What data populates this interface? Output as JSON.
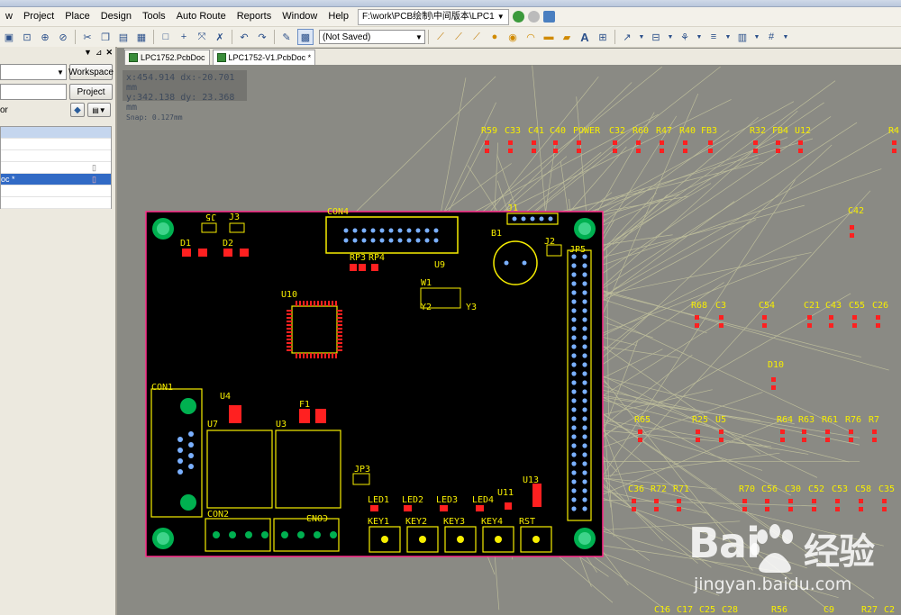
{
  "menu": {
    "items": [
      "w",
      "Project",
      "Place",
      "Design",
      "Tools",
      "Auto Route",
      "Reports",
      "Window",
      "Help"
    ],
    "path": "F:\\work\\PCB绘制\\中间版本\\LPC1"
  },
  "toolbar": {
    "status_combo": "(Not Saved)"
  },
  "left_panel": {
    "workspace_button": "Workspace",
    "project_button": "Project",
    "editor_label": "or",
    "selected_doc": "oc *"
  },
  "tabs": [
    {
      "label": "LPC1752.PcbDoc"
    },
    {
      "label": "LPC1752-V1.PcbDoc *"
    }
  ],
  "hud": {
    "line1": "x:454.914  dx:-20.701 mm",
    "line2": "y:342.138  dy: 23.368 mm",
    "line3": "Snap: 0.127mm"
  },
  "components": {
    "header_row": [
      "R59",
      "C33",
      "C41",
      "C40",
      "POWER",
      "C32",
      "R60",
      "R47",
      "R40",
      "FB3",
      "R32",
      "FB4",
      "U12",
      "R4"
    ],
    "mid_row": [
      "R68",
      "C3",
      "C54",
      "C21",
      "C43",
      "C55",
      "C26"
    ],
    "row3": [
      "R65",
      "R25",
      "U5",
      "R64",
      "R63",
      "R61",
      "R76",
      "R7"
    ],
    "row4": [
      "C36",
      "R72",
      "R71",
      "R70",
      "C56",
      "C30",
      "C52",
      "C53",
      "C58",
      "C35"
    ],
    "bottom_row": [
      "C16",
      "C17",
      "C25",
      "C28",
      "R56",
      "C9",
      "R27",
      "C2"
    ],
    "misc": [
      "C42",
      "D10"
    ],
    "board": [
      "J5",
      "J3",
      "CON4",
      "J1",
      "D1",
      "D2",
      "RP3",
      "RP4",
      "B1",
      "J2",
      "JP5",
      "U10",
      "U9",
      "W1",
      "Y2",
      "Y3",
      "CON1",
      "U4",
      "F1",
      "U7",
      "U3",
      "JP3",
      "LED1",
      "LED2",
      "LED3",
      "LED4",
      "U11",
      "U13",
      "CON2",
      "CON3",
      "KEY1",
      "KEY2",
      "KEY3",
      "KEY4",
      "RST"
    ]
  },
  "watermark": {
    "brand": "Bai",
    "brand_cn": "经验",
    "url": "jingyan.baidu.com"
  }
}
